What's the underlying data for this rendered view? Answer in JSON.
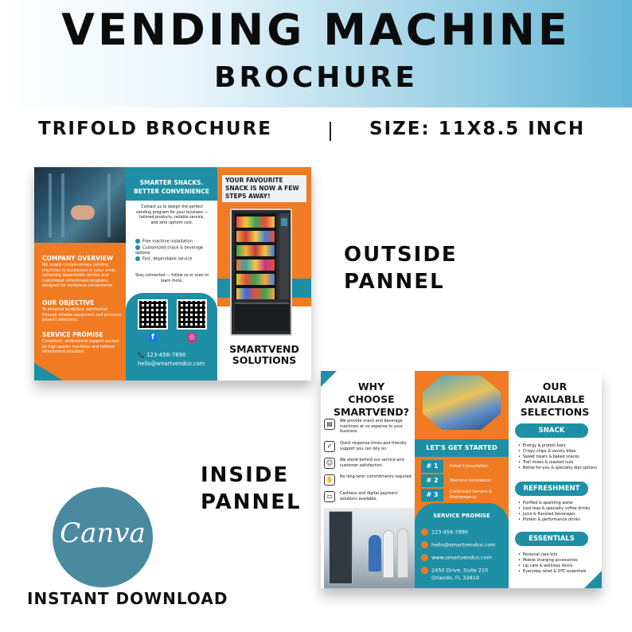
{
  "header": {
    "title_line1": "VENDING MACHINE",
    "title_line2": "BROCHURE",
    "subtitle_left": "TRIFOLD BROCHURE",
    "subtitle_right": "SIZE: 11X8.5 INCH"
  },
  "labels": {
    "outside": [
      "OUTSIDE",
      "PANNEL"
    ],
    "inside": [
      "INSIDE",
      "PANNEL"
    ]
  },
  "canva": {
    "logo_text": "Canva",
    "caption": "INSTANT DOWNLOAD"
  },
  "outside_panel": {
    "col1": {
      "company_overview_heading": "COMPANY OVERVIEW",
      "company_overview_text": "We supply complimentary vending machines to businesses in (your area), delivering dependable service and customized refreshment programs designed for workplace convenience.",
      "objective_heading": "OUR OBJECTIVE",
      "objective_text": "To enhance workplace satisfaction through reliable equipment and premium product selections.",
      "service_heading": "SERVICE PROMISE",
      "service_text": "Consistent, professional support backed by high-quality machines and tailored refreshment solutions."
    },
    "col2": {
      "heading": "SMARTER SNACKS. BETTER CONVENIENCE",
      "intro": "Contact us to design the perfect vending program for your business — tailored products, reliable service, and zero upfront cost.",
      "checks": [
        "Free machine installation",
        "Customized snack & beverage options",
        "Fast, dependable service"
      ],
      "stay": "Stay connected — follow us or scan to learn more.",
      "phone": "123-456-7890",
      "email": "hello@smartvendco.com"
    },
    "col3": {
      "heading": "YOUR FAVOURITE SNACK IS NOW A FEW STEPS AWAY!",
      "brand": "SMARTVEND SOLUTIONS"
    }
  },
  "inside_panel": {
    "col1": {
      "heading": "WHY CHOOSE SMARTVEND?",
      "items": [
        "We provide snack and beverage machines at no expense to your business.",
        "Quick response times and friendly support you can rely on.",
        "We stand behind our service and customer satisfaction.",
        "No long-term commitments required.",
        "Cashless and digital payment solutions available."
      ]
    },
    "col2": {
      "start_heading": "LET'S GET STARTED",
      "steps": [
        {
          "num": "# 1",
          "label": "Initial Consultation"
        },
        {
          "num": "# 2",
          "label": "Machine Installation"
        },
        {
          "num": "# 3",
          "label": "Continued Service & Maintenance"
        }
      ],
      "service_heading": "SERVICE PROMISE",
      "phone": "123-456-7890",
      "email": "hello@smartvendco.com",
      "website": "www.smartvendco.com",
      "address": "2450 Drive, Suite 210 Orlando, FL 32819"
    },
    "col3": {
      "heading": "OUR AVAILABLE SELECTIONS",
      "sections": [
        {
          "name": "SNACK",
          "items": [
            "Energy & protein bars",
            "Crispy chips & savory bites",
            "Sweet treats & baked snacks",
            "Trail mixes & roasted nuts",
            "Better-for-you & specialty diet options"
          ]
        },
        {
          "name": "REFRESHMENT",
          "items": [
            "Purified & sparkling water",
            "Iced teas & specialty coffee drinks",
            "Juice & flavored beverages",
            "Protein & performance drinks"
          ]
        },
        {
          "name": "ESSENTIALS",
          "items": [
            "Personal care kits",
            "Mobile charging accessories",
            "Lip care & wellness items",
            "Everyday relief & OTC essentials"
          ]
        }
      ]
    }
  },
  "colors": {
    "orange": "#f07b22",
    "teal": "#1e8fa5",
    "canva": "#4a8aa0"
  }
}
